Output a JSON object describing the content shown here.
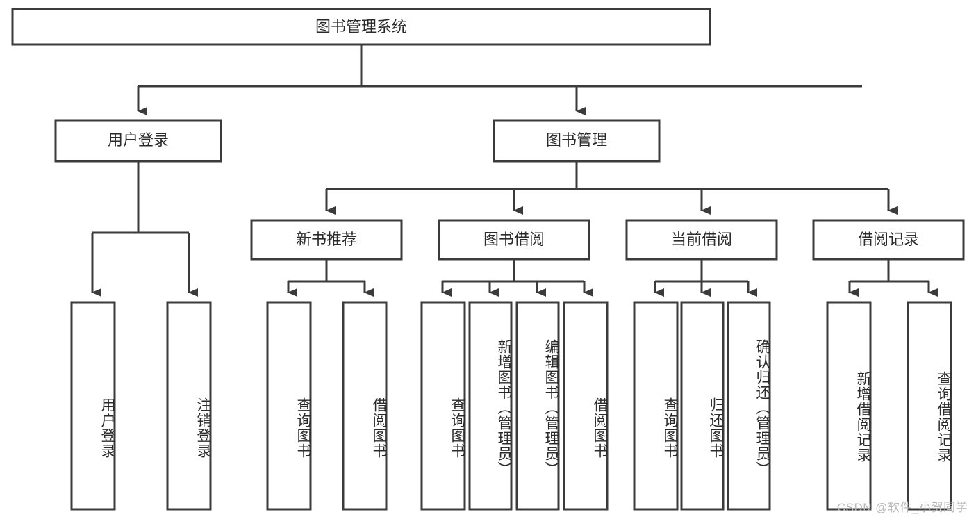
{
  "diagram": {
    "type": "tree-hierarchy",
    "title": "图书管理系统",
    "root": {
      "label": "图书管理系统",
      "children": [
        {
          "label": "用户登录",
          "children": [
            {
              "label": "用户登录"
            },
            {
              "label": "注销登录"
            }
          ]
        },
        {
          "label": "图书管理",
          "children": [
            {
              "label": "新书推荐",
              "children": [
                {
                  "label": "查询图书"
                },
                {
                  "label": "借阅图书"
                }
              ]
            },
            {
              "label": "图书借阅",
              "children": [
                {
                  "label": "查询图书"
                },
                {
                  "label": "新增图书（管理员）"
                },
                {
                  "label": "编辑图书（管理员）"
                },
                {
                  "label": "借阅图书"
                }
              ]
            },
            {
              "label": "当前借阅",
              "children": [
                {
                  "label": "查询图书"
                },
                {
                  "label": "归还图书"
                },
                {
                  "label": "确认归还（管理员）"
                }
              ]
            },
            {
              "label": "借阅记录",
              "children": [
                {
                  "label": "新增借阅记录"
                },
                {
                  "label": "查询借阅记录"
                }
              ]
            }
          ]
        }
      ]
    }
  },
  "nodes": {
    "root": "图书管理系统",
    "user_login": "用户登录",
    "book_manage": "图书管理",
    "new_book_rec": "新书推荐",
    "book_borrow": "图书借阅",
    "current_borrow": "当前借阅",
    "borrow_record": "借阅记录",
    "leaf_user_login": "用户登录",
    "leaf_logout": "注销登录",
    "leaf_query_book_1": "查询图书",
    "leaf_borrow_book_1": "借阅图书",
    "leaf_query_book_2": "查询图书",
    "leaf_add_book": "新增图书（管理员）",
    "leaf_edit_book": "编辑图书（管理员）",
    "leaf_borrow_book_2": "借阅图书",
    "leaf_query_book_3": "查询图书",
    "leaf_return_book": "归还图书",
    "leaf_confirm_return": "确认归还（管理员）",
    "leaf_add_record": "新增借阅记录",
    "leaf_query_record": "查询借阅记录"
  },
  "colors": {
    "stroke": "#3b3b3b",
    "fill": "#ffffff",
    "text": "#2b2b2b",
    "watermark": "#b9b9b9"
  },
  "watermark": "CSDN @软件_小贺同学"
}
